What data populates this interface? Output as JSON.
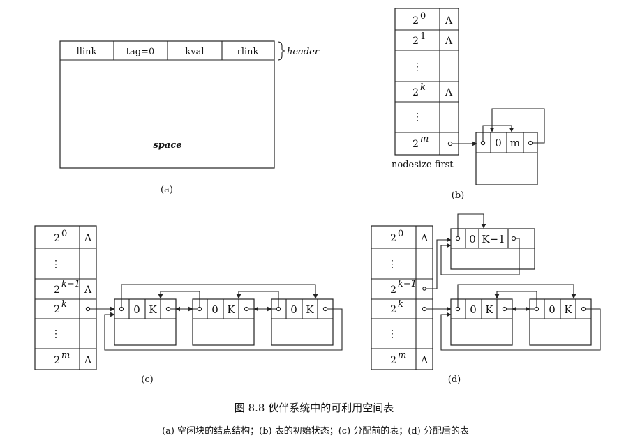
{
  "a": {
    "fields": [
      "llink",
      "tag=0",
      "kval",
      "rlink"
    ],
    "header_label": "header",
    "space_label": "space",
    "sublabel": "(a)"
  },
  "b": {
    "rows": [
      {
        "base": "2",
        "exp": "0",
        "mark": "Λ"
      },
      {
        "base": "2",
        "exp": "1",
        "mark": "Λ"
      },
      {
        "base": "⋮",
        "exp": "",
        "mark": ""
      },
      {
        "base": "2",
        "exp": "k",
        "mark": "Λ"
      },
      {
        "base": "⋮",
        "exp": "",
        "mark": ""
      },
      {
        "base": "2",
        "exp": "m",
        "mark": ""
      }
    ],
    "col_labels": "nodesize  first",
    "node": [
      "0",
      "m"
    ],
    "sublabel": "(b)"
  },
  "c": {
    "rows": [
      {
        "base": "2",
        "exp": "0",
        "mark": "Λ"
      },
      {
        "base": "⋮",
        "exp": "",
        "mark": ""
      },
      {
        "base": "2",
        "exp": "k−1",
        "mark": "Λ"
      },
      {
        "base": "2",
        "exp": "k",
        "mark": ""
      },
      {
        "base": "⋮",
        "exp": "",
        "mark": ""
      },
      {
        "base": "2",
        "exp": "m",
        "mark": "Λ"
      }
    ],
    "node": [
      "0",
      "K"
    ],
    "sublabel": "(c)"
  },
  "d": {
    "rows": [
      {
        "base": "2",
        "exp": "0",
        "mark": "Λ"
      },
      {
        "base": "⋮",
        "exp": "",
        "mark": ""
      },
      {
        "base": "2",
        "exp": "k−1",
        "mark": ""
      },
      {
        "base": "2",
        "exp": "k",
        "mark": ""
      },
      {
        "base": "⋮",
        "exp": "",
        "mark": ""
      },
      {
        "base": "2",
        "exp": "m",
        "mark": "Λ"
      }
    ],
    "node_top": [
      "0",
      "K−1"
    ],
    "node": [
      "0",
      "K"
    ],
    "sublabel": "(d)"
  },
  "caption": {
    "title": "图 8.8   伙伴系统中的可利用空间表",
    "subtitle": "(a) 空闲块的结点结构；(b) 表的初始状态；(c) 分配前的表；(d) 分配后的表"
  }
}
